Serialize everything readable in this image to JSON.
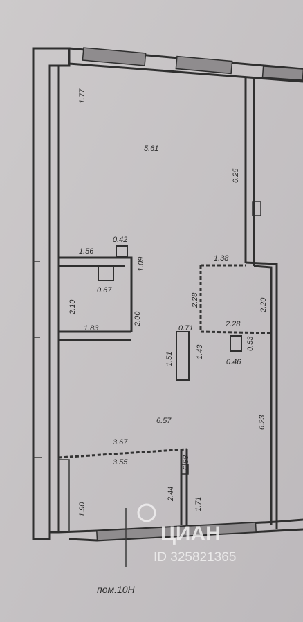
{
  "plan": {
    "dimensions": {
      "d_177": "1.77",
      "d_561": "5.61",
      "d_625": "6.25",
      "d_042": "0.42",
      "d_156": "1.56",
      "d_109": "1.09",
      "d_067": "0.67",
      "d_210a": "2.10",
      "d_200": "2.00",
      "d_183": "1.83",
      "d_138": "1.38",
      "d_228v": "2.28",
      "d_220": "2.20",
      "d_071": "0.71",
      "d_228h": "2.28",
      "d_151": "1.51",
      "d_143": "1.43",
      "d_053": "0.53",
      "d_046": "0.46",
      "d_657": "6.57",
      "d_623": "6.23",
      "d_367": "3.67",
      "d_355": "3.55",
      "d_088": "0.88",
      "d_244": "2.44",
      "d_171": "1.71",
      "d_190": "1.90"
    },
    "watermark": {
      "brand": "ЦИАН",
      "id": "ID 325821365"
    },
    "caption": "пом.10Н"
  }
}
